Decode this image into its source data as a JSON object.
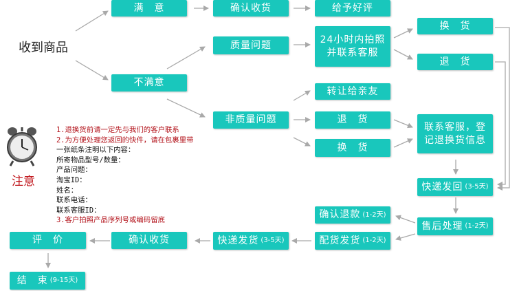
{
  "start_label": "收到商品",
  "note_label": "注意",
  "boxes": {
    "satisfied": "满　意",
    "confirm_top": "确认收货",
    "good_review": "给予好评",
    "quality_issue": "质量问题",
    "photo_contact": [
      "24小时内拍照",
      "并联系客服"
    ],
    "exchange_top": "换　货",
    "return_top": "退　货",
    "unsatisfied": "不满意",
    "non_quality_issue": "非质量问题",
    "transfer": "转让给亲友",
    "return_mid": "退　货",
    "exchange_mid": "换　货",
    "contact_register": [
      "联系客服，登",
      "记退换货信息"
    ],
    "ship_back": {
      "main": "快递发回",
      "sub": "(3-5天)"
    },
    "refund": {
      "main": "确认退款",
      "sub": "(1-2天)"
    },
    "after_sale": {
      "main": "售后处理",
      "sub": "(1-2天)"
    },
    "review": "评　价",
    "confirm_bottom": "确认收货",
    "express_ship": {
      "main": "快递发货",
      "sub": "(3-5天)"
    },
    "allocate": {
      "main": "配货发货",
      "sub": "(1-2天)"
    },
    "end": {
      "main": "结　束",
      "sub": "(9-15天)"
    }
  },
  "notes": [
    "1.退换货前请一定先与我们的客户联系",
    "2.为方便处理您返回的快件，请在包裹里带",
    "一张纸条注明以下内容：",
    "所寄物品型号/数量：",
    "产品问题：",
    "淘宝ID：",
    "姓名：",
    "联系电话：",
    "联系客服ID：",
    "3.客户拍照产品序列号或编码留底"
  ],
  "colors": {
    "box": "#19c7bc",
    "arrow": "#a9a9a9",
    "note_red": "#b3131b",
    "note_label_red": "#c0151b"
  }
}
